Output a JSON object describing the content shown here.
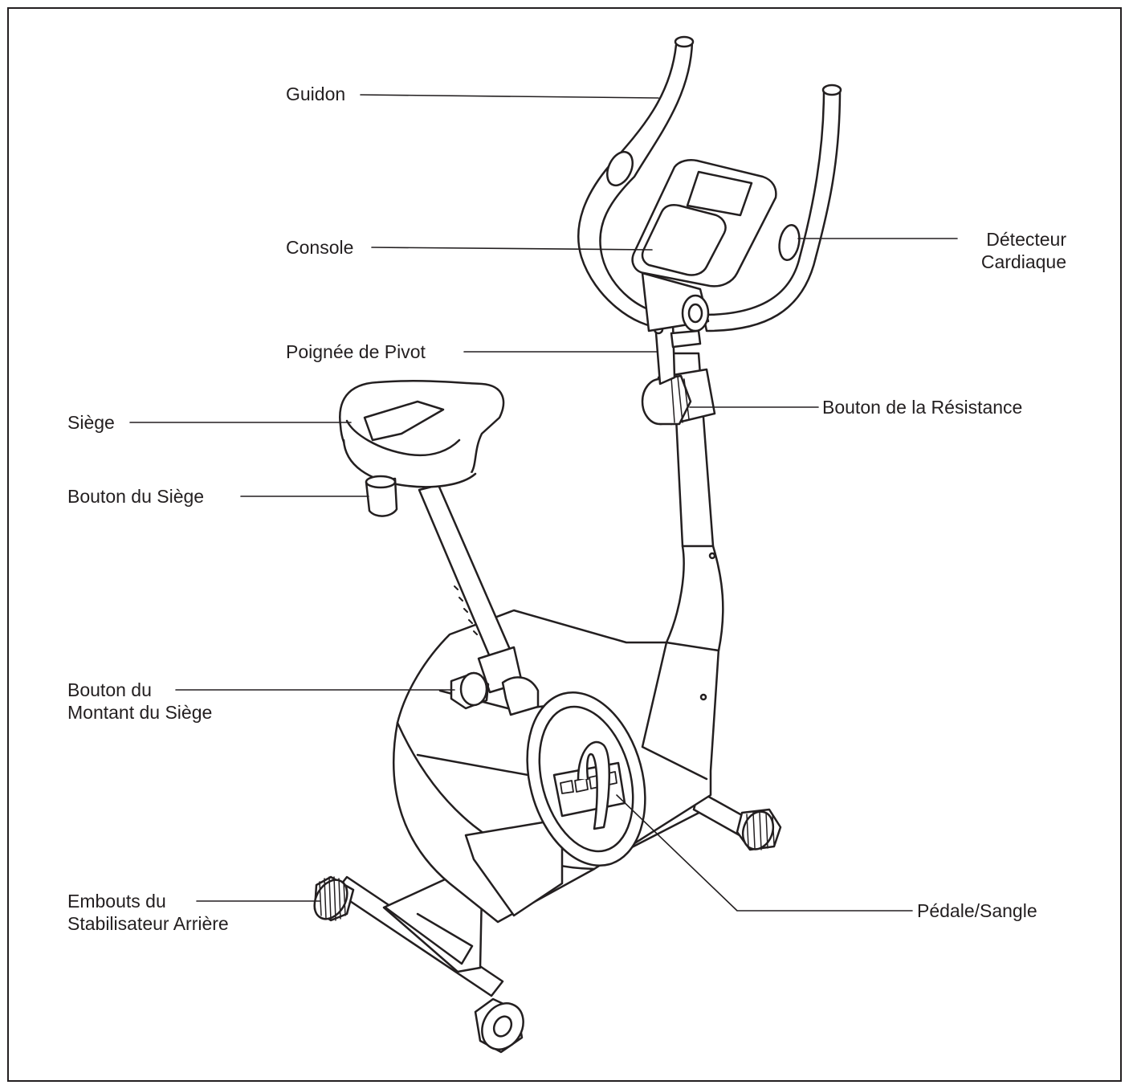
{
  "labels": {
    "guidon": "Guidon",
    "console": "Console",
    "detecteur_1": "Détecteur",
    "detecteur_2": "Cardiaque",
    "poignee_pivot": "Poignée de Pivot",
    "siege": "Siège",
    "bouton_resistance": "Bouton de la Résistance",
    "bouton_siege": "Bouton du Siège",
    "bouton_montant_1": "Bouton du",
    "bouton_montant_2": "Montant du Siège",
    "embouts_1": "Embouts du",
    "embouts_2": "Stabilisateur Arrière",
    "pedale_sangle": "Pédale/Sangle"
  },
  "colors": {
    "line": "#231f20",
    "fill": "#ffffff"
  }
}
